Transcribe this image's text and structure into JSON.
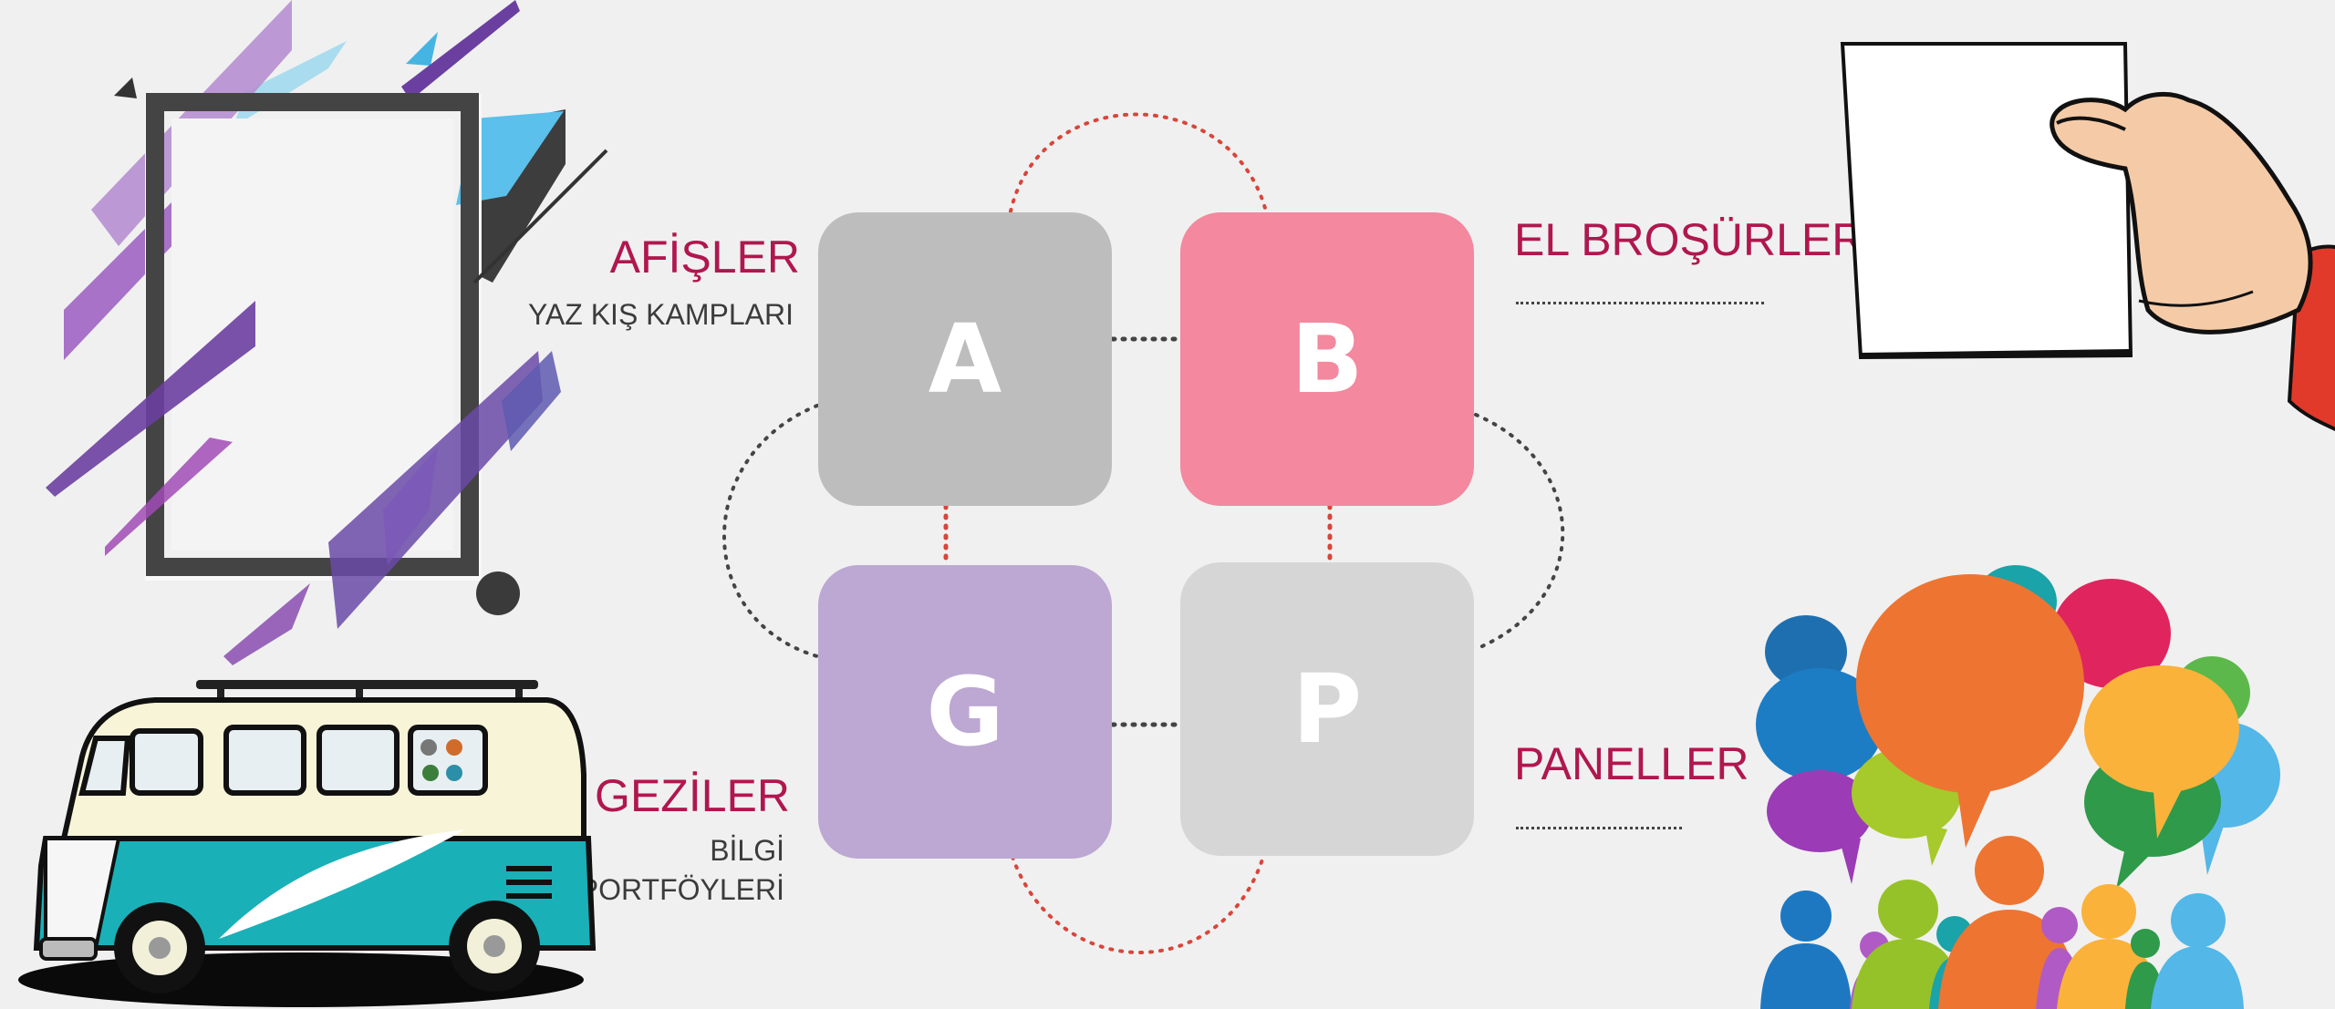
{
  "colors": {
    "accent": "#b0174f",
    "tile_a": "#bdbdbd",
    "tile_b": "#f3889e",
    "tile_g": "#bca8d2",
    "tile_p": "#d6d6d6",
    "red_dots": "#d9453a",
    "dark_dots": "#444444"
  },
  "tiles": {
    "a": {
      "letter": "A"
    },
    "b": {
      "letter": "B"
    },
    "g": {
      "letter": "G"
    },
    "p": {
      "letter": "P"
    }
  },
  "labels": {
    "afisler": {
      "title": "AFİŞLER",
      "sub": "YAZ KIŞ KAMPLARI"
    },
    "brosurler": {
      "title": "EL BROŞÜRLERİ",
      "sub": ""
    },
    "geziler": {
      "title": "GEZİLER",
      "sub_line1": "BİLGİ",
      "sub_line2": "PORTFÖYLERİ"
    },
    "paneller": {
      "title": "PANELLER",
      "sub": ""
    }
  },
  "illustrations": {
    "poster_frame": "poster-frame-illustration",
    "van": "camper-van-illustration",
    "hand_paper": "hand-holding-paper-illustration",
    "speech_crowd": "speech-bubbles-crowd-illustration"
  }
}
